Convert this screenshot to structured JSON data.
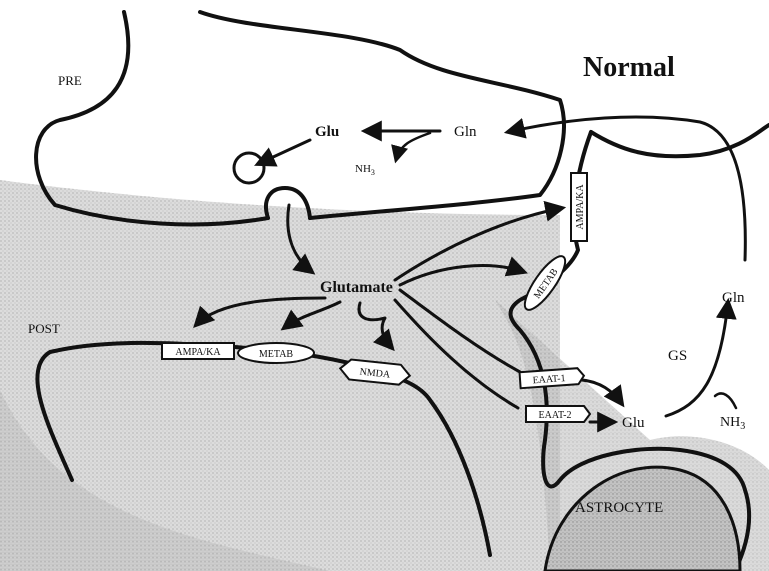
{
  "title": "Normal",
  "regions": {
    "pre": "PRE",
    "post": "POST",
    "astrocyte": "ASTROCYTE"
  },
  "molecules": {
    "glu_pre": "Glu",
    "gln_pre": "Gln",
    "nh3_pre_base": "NH",
    "nh3_pre_sub": "3",
    "glutamate": "Glutamate",
    "gs": "GS",
    "gln_astro": "Gln",
    "glu_astro": "Glu",
    "nh3_astro_base": "NH",
    "nh3_astro_sub": "3"
  },
  "receptors": {
    "post_ampa": "AMPA/KA",
    "post_metab": "METAB",
    "post_nmda": "NMDA",
    "astro_ampa": "AMPA/KA",
    "astro_metab": "METAB",
    "eaat1": "EAAT-1",
    "eaat2": "EAAT-2"
  },
  "colors": {
    "line": "#111111",
    "cleft_shade": "#d9d9d9",
    "astro_shade": "#bdbdbd",
    "receptor_fill": "#ffffff"
  }
}
